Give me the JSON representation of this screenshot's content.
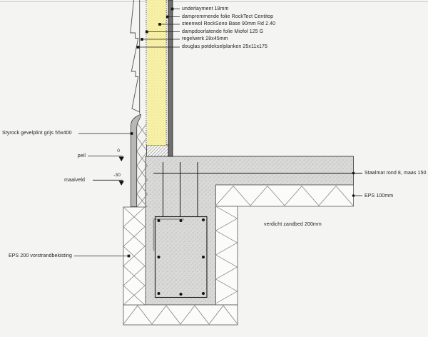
{
  "wall_labels": [
    {
      "text": "underlayment 18mm"
    },
    {
      "text": "dampremmende folie RockTect Centitop"
    },
    {
      "text": "steenwol RockSono Base 90mm Rd 2.40"
    },
    {
      "text": "dampdoorlatende folie Miofol 125 G"
    },
    {
      "text": "regelwerk 28x45mm"
    },
    {
      "text": "douglas potdekselplanken 25x11x175"
    }
  ],
  "left_labels": {
    "plinth": "Styrock gevelplint grijs 55x400",
    "peil": "peil",
    "maaiveld": "maaiveld",
    "eps200": "EPS 200 vorstrandbekisting"
  },
  "right_labels": {
    "staalmat": "Staalmat rond 8, maas 150",
    "eps100": "EPS 100mm"
  },
  "area_labels": {
    "zandbed": "verdicht zandbed 200mm"
  },
  "levels": {
    "peil_value": "0",
    "maaiveld_value": "-30"
  },
  "colors": {
    "insulation_yellow": "#f8f2ab",
    "concrete_gray": "#dadad8",
    "underlayment_gray": "#6f6f6f",
    "plinth_gray": "#b7b7b5",
    "eps_white": "#fbfbf9",
    "line": "#1c1c1c"
  }
}
